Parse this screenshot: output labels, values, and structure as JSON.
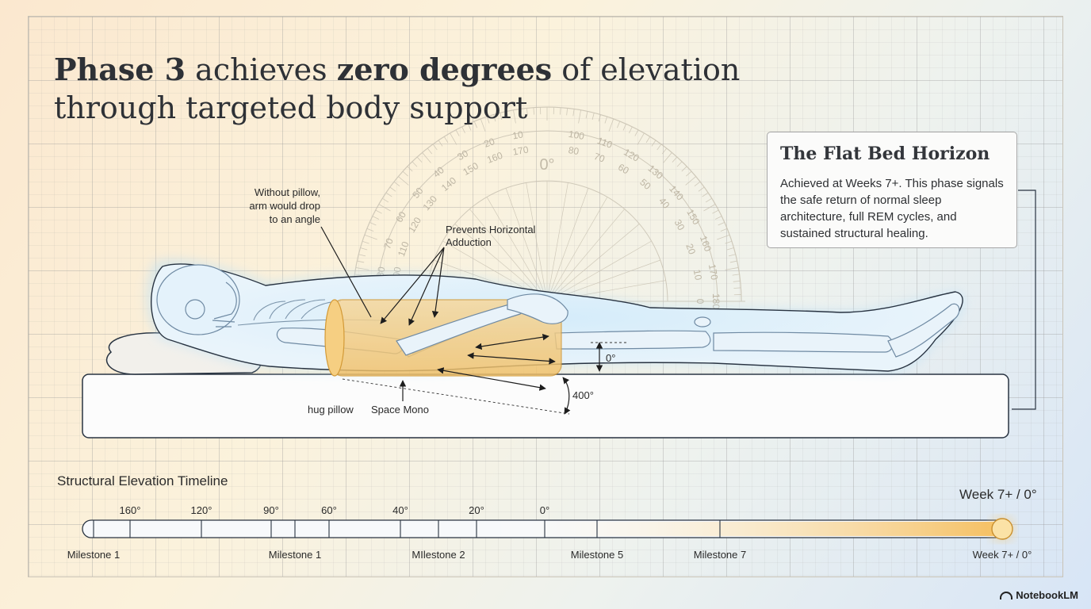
{
  "title": {
    "part1": "Phase 3",
    "part2": " achieves ",
    "part3": "zero degrees",
    "part4": " of elevation",
    "part5": "through targeted body support"
  },
  "card": {
    "title": "The Flat Bed Horizon",
    "body": "Achieved at Weeks 7+. This phase signals the safe return of normal sleep architecture, full REM cycles, and sustained structural healing."
  },
  "protractor": {
    "left_outer": [
      "80",
      "70",
      "60",
      "50",
      "40",
      "30",
      "20",
      "10"
    ],
    "left_inner": [
      "100",
      "110",
      "120",
      "130",
      "140",
      "150",
      "160",
      "170"
    ],
    "right_outer": [
      "100",
      "110",
      "120",
      "130",
      "140",
      "150",
      "160",
      "170",
      "180"
    ],
    "right_inner": [
      "80",
      "70",
      "60",
      "50",
      "40",
      "30",
      "20",
      "10",
      "0"
    ],
    "top": "0°"
  },
  "annotations": {
    "without_pillow": "Without pillow,\narm would drop\nto an angle",
    "adduction": "Prevents Horizontal\nAdduction",
    "hug_pillow": "hug pillow",
    "space_mono": "Space Mono",
    "zero": "0°",
    "four_hundred": "400°"
  },
  "timeline": {
    "title": "Structural Elevation Timeline",
    "degrees": [
      "160°",
      "120°",
      "90°",
      "60°",
      "40°",
      "20°",
      "0°"
    ],
    "milestones": [
      "Milestone 1",
      "Milestone 1",
      "MIlestone 2",
      "Milestone 5",
      "Milestone 7",
      "Week 7+ / 0°"
    ],
    "endpoint_label": "Week 7+ / 0°"
  },
  "colors": {
    "accent": "#f0b24a",
    "text": "#2e3136",
    "outline": "#283341"
  },
  "brand": "NotebookLM"
}
